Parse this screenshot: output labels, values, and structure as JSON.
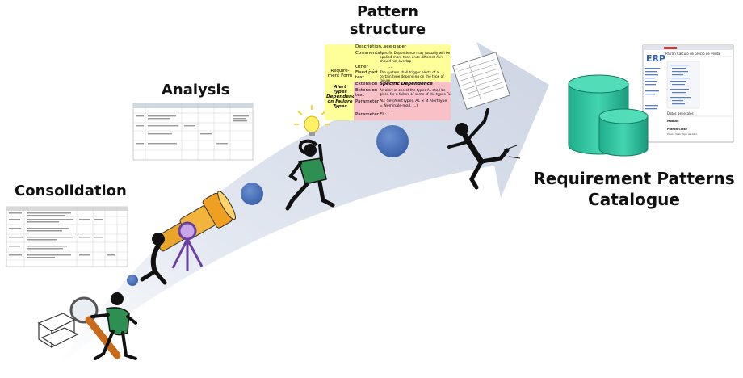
{
  "stages": {
    "consolidation": "Consolidation",
    "analysis": "Analysis",
    "pattern_structure_line1": "Pattern",
    "pattern_structure_line2": "structure",
    "catalogue_line1": "Requirement Patterns",
    "catalogue_line2": "Catalogue"
  },
  "pattern_table": {
    "form_label": "Require-ment Form",
    "alert_label": "Alert Types Dependence on Failure Types",
    "rows": [
      {
        "key": "Description",
        "value": "...see paper"
      },
      {
        "key": "Comments",
        "value": "Specific Dependence may (usually will be applied more than once different AL's should not overlap"
      },
      {
        "key": "Other metadata",
        "value": "..."
      },
      {
        "key": "Fixed part text",
        "value": "The system shall trigger alerts of a certain type depending on the type of failure"
      },
      {
        "key": "Extension",
        "value": "Specific Dependence"
      },
      {
        "key": "Extension text",
        "value": "An alert of one of the types AL shall be given for a failure of some of the types FL"
      },
      {
        "key": "Parameter",
        "value": "AL: Set(AlertType), AL ≠ Ø AlertType = Nominals-mail, ...)"
      },
      {
        "key": "Parameter",
        "value": "FL: ..."
      }
    ]
  },
  "catalogue_window": {
    "logo": "ERP",
    "page_title": "Patrón Calculo de precio de venta",
    "sections": [
      "Datos generales",
      "Módulo",
      "Patrón Clase",
      "Precio Valor Tipo de dato"
    ]
  },
  "colors": {
    "arrow": "#dde3ee",
    "dots": "#4a72b8",
    "cylinder": "#3cc9a6",
    "cylinder_dark": "#1f9c80",
    "telescope": "#f0a020",
    "table_yellow": "#ffff99",
    "table_pink": "#f9c0c8"
  },
  "icons": [
    "magnifier-figure-icon",
    "telescope-figure-icon",
    "lightbulb-figure-icon",
    "jumping-figure-icon",
    "database-icon"
  ]
}
